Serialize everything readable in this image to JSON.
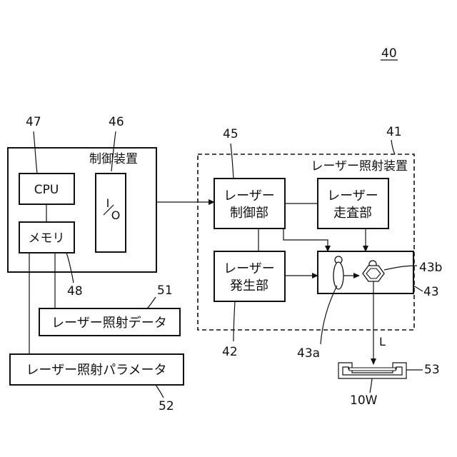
{
  "figure_number": "40",
  "control_device": {
    "label": "制御装置",
    "ref": "46"
  },
  "cpu": {
    "label": "CPU",
    "ref": "47"
  },
  "memory": {
    "label": "メモリ",
    "ref": "48"
  },
  "io": {
    "top": "I",
    "bottom": "O"
  },
  "laser_irradiation_data": {
    "label": "レーザー照射データ",
    "ref": "51"
  },
  "laser_irradiation_parameter": {
    "label": "レーザー照射パラメータ",
    "ref": "52"
  },
  "laser_irradiation_device": {
    "label": "レーザー照射装置",
    "ref": "41"
  },
  "laser_control_unit": {
    "line1": "レーザー",
    "line2": "制御部",
    "ref": "45"
  },
  "laser_scanning_unit": {
    "line1": "レーザー",
    "line2": "走査部"
  },
  "laser_generation_unit": {
    "line1": "レーザー",
    "line2": "発生部",
    "ref": "42"
  },
  "optics": {
    "ref": "43",
    "lens_ref": "43a",
    "mirror_ref": "43b"
  },
  "beam": {
    "label": "L"
  },
  "workpiece": {
    "ref": "10W",
    "holder_ref": "53"
  }
}
